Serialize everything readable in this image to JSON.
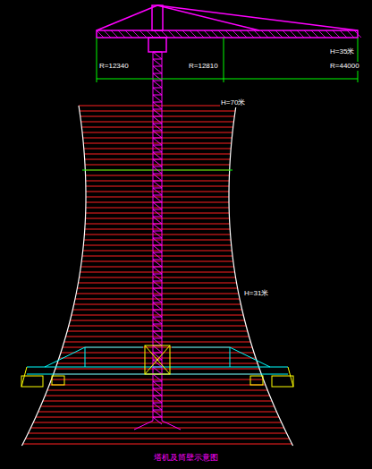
{
  "diagram": {
    "caption": "塔机及筒壁示意图",
    "labels": [
      "R=12340",
      "R=12810",
      "H=35米",
      "R=44000",
      "H=70米",
      "H=31米"
    ]
  }
}
